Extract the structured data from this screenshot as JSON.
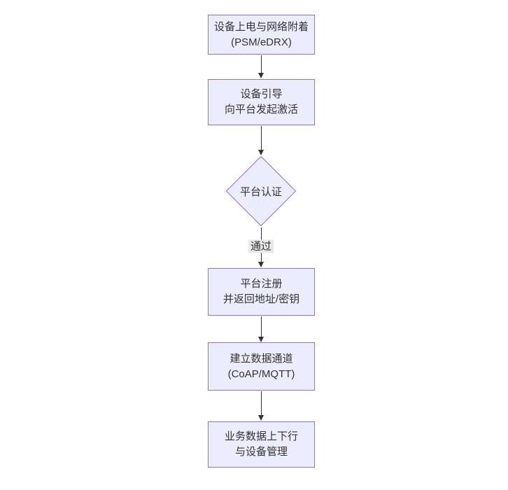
{
  "flowchart": {
    "nodes": [
      {
        "shape": "rect",
        "lines": [
          "设备上电与网络附着",
          "(PSM/eDRX)"
        ]
      },
      {
        "shape": "rect",
        "lines": [
          "设备引导",
          "向平台发起激活"
        ]
      },
      {
        "shape": "diamond",
        "lines": [
          "平台认证"
        ]
      },
      {
        "shape": "rect",
        "lines": [
          "平台注册",
          "并返回地址/密钥"
        ]
      },
      {
        "shape": "rect",
        "lines": [
          "建立数据通道",
          "(CoAP/MQTT)"
        ]
      },
      {
        "shape": "rect",
        "lines": [
          "业务数据上下行",
          "与设备管理"
        ]
      }
    ],
    "edges": [
      {
        "from": 0,
        "to": 1,
        "label": ""
      },
      {
        "from": 1,
        "to": 2,
        "label": ""
      },
      {
        "from": 2,
        "to": 3,
        "label": "通过"
      },
      {
        "from": 3,
        "to": 4,
        "label": ""
      },
      {
        "from": 4,
        "to": 5,
        "label": ""
      }
    ],
    "colors": {
      "node_fill": "#ECECFF",
      "node_border": "#9370DB",
      "edge_line": "#333333",
      "edge_label_bg": "#e8e8e8",
      "text": "#333333",
      "background": "#ffffff"
    }
  }
}
